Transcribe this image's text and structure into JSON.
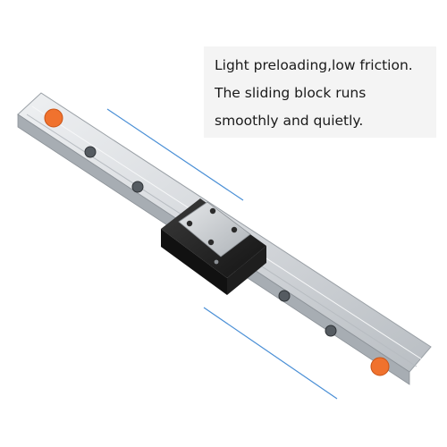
{
  "caption": {
    "lines": [
      "Light preloading,low friction.",
      "The sliding block runs",
      "smoothly and quietly."
    ]
  },
  "product": {
    "icon": "linear-guide-rail-with-slider-block",
    "colors": {
      "rail": "#d9dcdf",
      "rail_edge": "#9aa0a6",
      "end_caps": "#f0722e",
      "block_body": "#2b2b2b",
      "block_insert": "#c9ccd0",
      "guide_lines": "#4a8fd6"
    }
  }
}
